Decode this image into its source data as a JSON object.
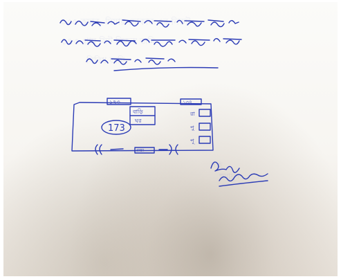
{
  "document": {
    "kind": "handwritten note photo",
    "ink_color": "#2b3bb5",
    "paper_color": "#f7f5f1",
    "handwriting": {
      "line1": "৩৩৫ কুমার, মিয়ার দোকান এর নিকট",
      "line2": "১৭৩ গ্রাম সিট নিজস্ব জমি",
      "line3": "বিবিধ জমি"
    },
    "sketch": {
      "plot_label": "173",
      "top_left_label": "১৭৩",
      "top_right_label": "১৩৪",
      "inner_box_line1": "বাড়ি",
      "inner_box_line2": "ঘর",
      "right_labels": [
        "রা",
        "পু",
        "পূ"
      ],
      "bottom_label": "রাস্তা"
    },
    "signature": {
      "line1": "সহি",
      "line2": "হুমায়ুন"
    }
  }
}
